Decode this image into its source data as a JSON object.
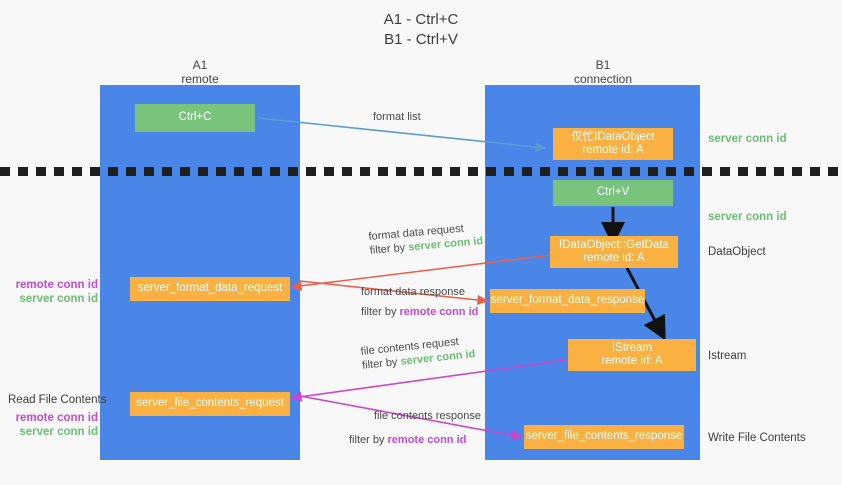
{
  "title": {
    "line1": "A1 - Ctrl+C",
    "line2": "B1 - Ctrl+V"
  },
  "columns": {
    "left": {
      "name": "A1",
      "role": "remote"
    },
    "right": {
      "name": "B1",
      "role": "connection"
    }
  },
  "boxes": {
    "ctrl_c": "Ctrl+C",
    "ctrl_v": "Ctrl+V",
    "idataobject": {
      "line1": "仅忙IDataObject",
      "line2": "remote id: A"
    },
    "getdata": {
      "line1": "IDataObject::GetData",
      "line2": "remote id: A"
    },
    "istream": {
      "line1": "IStream",
      "line2": "remote id: A"
    },
    "format_data_request": "server_format_data_request",
    "format_data_response": "server_format_data_response",
    "file_contents_request": "server_file_contents_request",
    "file_contents_response": "server_file_contents_response"
  },
  "arrows": {
    "format_list": "format list",
    "format_data_request": {
      "line1": "format data request",
      "prefix": "filter by ",
      "token": "server conn id"
    },
    "format_data_response": {
      "line1": "format data response",
      "prefix": "filter by ",
      "token": "remote conn id"
    },
    "file_contents_request": {
      "line1": "file contents request",
      "prefix": "filter by ",
      "token": "server conn id"
    },
    "file_contents_response": {
      "line1": "file contents response",
      "prefix": "filter by ",
      "token": "remote conn id"
    }
  },
  "right_labels": {
    "server_conn_id_1": "server conn id",
    "server_conn_id_2": "server conn id",
    "dataobject": "DataObject",
    "istream": "Istream",
    "write_file_contents": "Write File Contents"
  },
  "left_labels": {
    "remote_conn_id_1": "remote conn id",
    "server_conn_id_1": "server conn id",
    "read_file_contents": "Read File Contents",
    "remote_conn_id_2": "remote conn id",
    "server_conn_id_2": "server conn id"
  },
  "colors": {
    "lane": "#4a86e8",
    "green_box": "#78c47d",
    "orange_box": "#fbb042",
    "green_text": "#6bbf73",
    "magenta_text": "#c24bd8",
    "arrow_blue": "#5b9bd5",
    "arrow_red": "#e8604c",
    "arrow_magenta": "#cc44cc",
    "arrow_black": "#111111",
    "background": "#f8f8f8"
  }
}
